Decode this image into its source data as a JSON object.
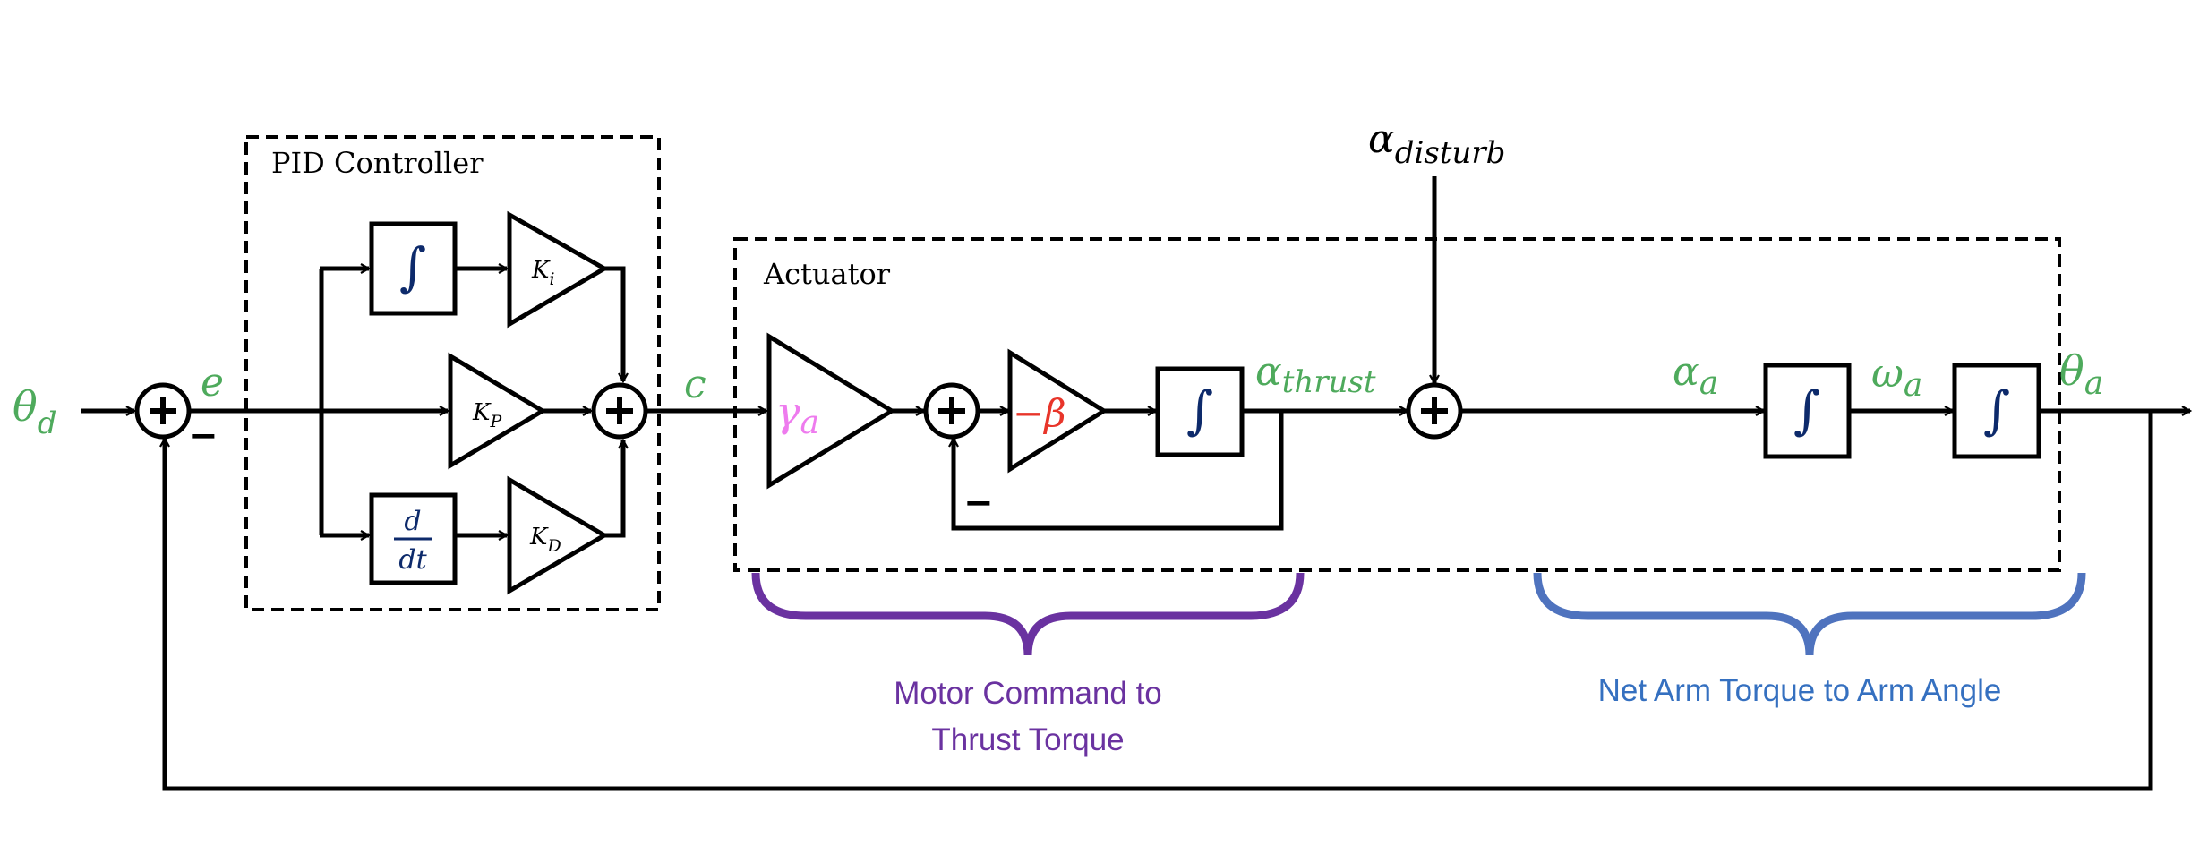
{
  "colors": {
    "signal": "#4EAA5C",
    "gamma": "#EE7BEE",
    "beta": "#E8352A",
    "operator": "#0D2A6B",
    "motor_brace": "#6A32A0",
    "arm_brace": "#4F73BE",
    "arm_text": "#3570C0"
  },
  "signals": {
    "theta_d": {
      "base": "θ",
      "sub": "d"
    },
    "e": "e",
    "c": "c",
    "alpha_thrust": {
      "base": "α",
      "sub": "thrust"
    },
    "alpha_disturb": {
      "base": "α",
      "sub": "disturb"
    },
    "alpha_a": {
      "base": "α",
      "sub": "a"
    },
    "omega_a": {
      "base": "ω",
      "sub": "a"
    },
    "theta_a": {
      "base": "θ",
      "sub": "a"
    }
  },
  "pid": {
    "title": "PID Controller",
    "integral": "∫",
    "deriv_num": "d",
    "deriv_den": "dt",
    "ki": {
      "base": "K",
      "sub": "i"
    },
    "kp": {
      "base": "K",
      "sub": "P"
    },
    "kd": {
      "base": "K",
      "sub": "D"
    }
  },
  "actuator": {
    "title": "Actuator",
    "gamma": {
      "base": "γ",
      "sub": "a"
    },
    "beta": "−β",
    "integral": "∫"
  },
  "plant": {
    "integral1": "∫",
    "integral2": "∫"
  },
  "summing": {
    "plus": "+",
    "minus": "−"
  },
  "braces": {
    "motor": {
      "line1": "Motor Command to",
      "line2": "Thrust Torque"
    },
    "arm": {
      "line1": "Net Arm Torque to Arm Angle"
    }
  }
}
